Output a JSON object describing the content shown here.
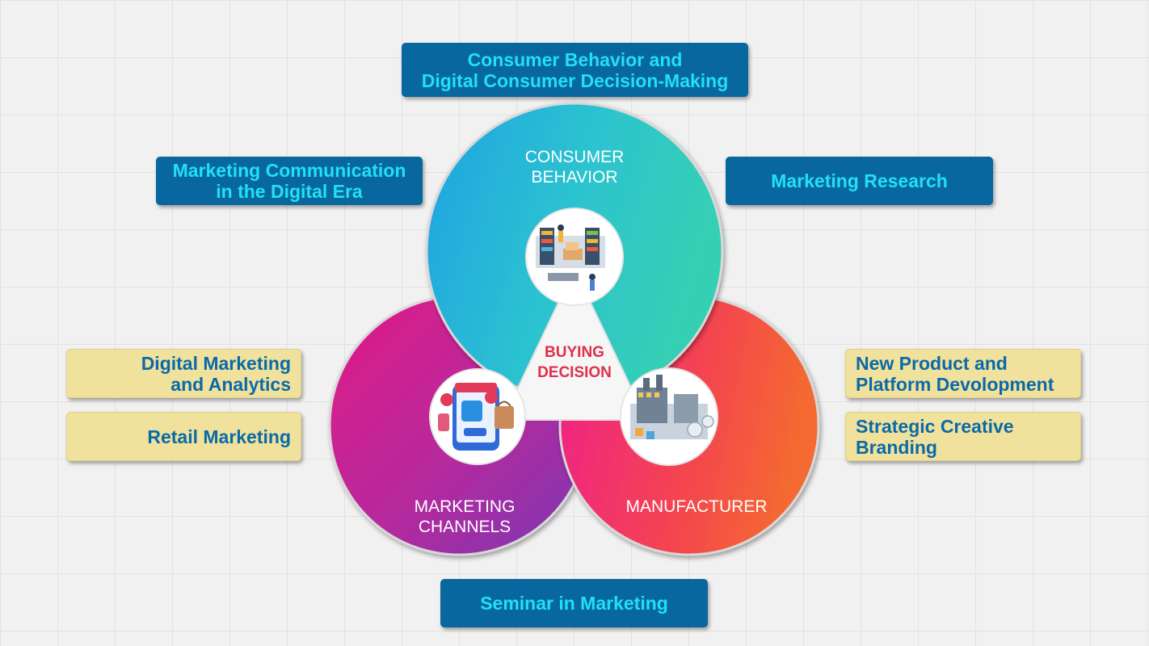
{
  "center_label": {
    "line1": "BUYING",
    "line2": "DECISION"
  },
  "circles": {
    "consumer": {
      "line1": "CONSUMER",
      "line2": "BEHAVIOR"
    },
    "channels": {
      "line1": "MARKETING",
      "line2": "CHANNELS"
    },
    "manufacturer": {
      "line1": "MANUFACTURER"
    }
  },
  "courses": {
    "top": {
      "line1": "Consumer Behavior and",
      "line2": "Digital Consumer Decision-Making"
    },
    "upper_left": {
      "line1": "Marketing Communication",
      "line2": "in the Digital Era"
    },
    "upper_right": {
      "line1": "Marketing Research"
    },
    "left_1": {
      "line1": "Digital Marketing",
      "line2": "and Analytics"
    },
    "left_2": {
      "line1": "Retail Marketing"
    },
    "right_1": {
      "line1": "New Product and",
      "line2": "Platform Devolopment"
    },
    "right_2": {
      "line1": "Strategic Creative",
      "line2": "Branding"
    },
    "bottom": {
      "line1": "Seminar in Marketing"
    }
  },
  "colors": {
    "box_blue": "#08679f",
    "box_blue_text": "#22e0f2",
    "box_yellow": "#f0e19c",
    "box_yellow_text": "#0a6aa8",
    "center_text": "#e0304a",
    "consumer_circle": "#2ab7d8",
    "channels_circle": "#d61a8a",
    "manufacturer_circle": "#f4474f"
  },
  "icons": {
    "consumer": "supermarket-shoppers-icon",
    "channels": "online-shop-phone-icon",
    "manufacturer": "factory-icon"
  }
}
